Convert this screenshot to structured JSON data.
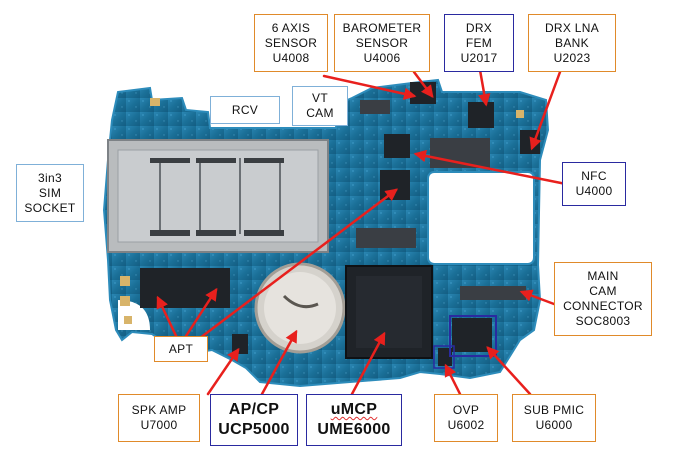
{
  "colors": {
    "board": "#1a6f97",
    "board_edge": "#2d8cbb",
    "arrow": "#e8201d",
    "orange_border": "#e08a2a",
    "navy_border": "#2a2aa0",
    "light_border": "#7fb0d8"
  },
  "labels": {
    "six_axis": [
      "6 AXIS",
      "SENSOR",
      "U4008"
    ],
    "barometer": [
      "BAROMETER",
      "SENSOR",
      "U4006"
    ],
    "drx_fem": [
      "DRX",
      "FEM",
      "U2017"
    ],
    "drx_lna": [
      "DRX LNA",
      "BANK",
      "U2023"
    ],
    "rcv": [
      "RCV"
    ],
    "vt_cam": [
      "VT",
      "CAM"
    ],
    "sim": [
      "3in3",
      "SIM",
      "SOCKET"
    ],
    "nfc": [
      "NFC",
      "U4000"
    ],
    "main_cam": [
      "MAIN",
      "CAM",
      "CONNECTOR",
      "SOC8003"
    ],
    "apt": [
      "APT"
    ],
    "spk_amp": [
      "SPK AMP",
      "U7000"
    ],
    "ap_cp": [
      "AP/CP",
      "UCP5000"
    ],
    "umcp": [
      "uMCP",
      "UME6000"
    ],
    "ovp": [
      "OVP",
      "U6002"
    ],
    "sub_pmic": [
      "SUB PMIC",
      "U6000"
    ]
  }
}
